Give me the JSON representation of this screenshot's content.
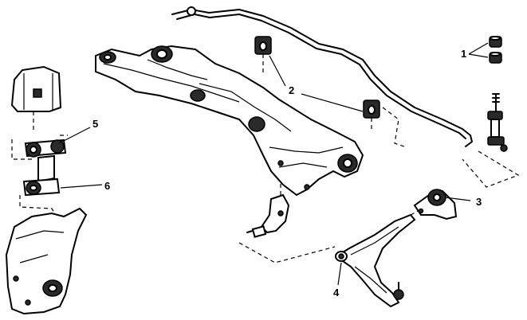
{
  "callouts": [
    {
      "id": "c1",
      "label": "1"
    },
    {
      "id": "c2",
      "label": "2"
    },
    {
      "id": "c3",
      "label": "3"
    },
    {
      "id": "c4",
      "label": "4"
    },
    {
      "id": "c5",
      "label": "5"
    },
    {
      "id": "c6",
      "label": "6"
    }
  ],
  "colors": {
    "line": "#000000",
    "background": "#ffffff",
    "shade": "#2a2a2a"
  }
}
